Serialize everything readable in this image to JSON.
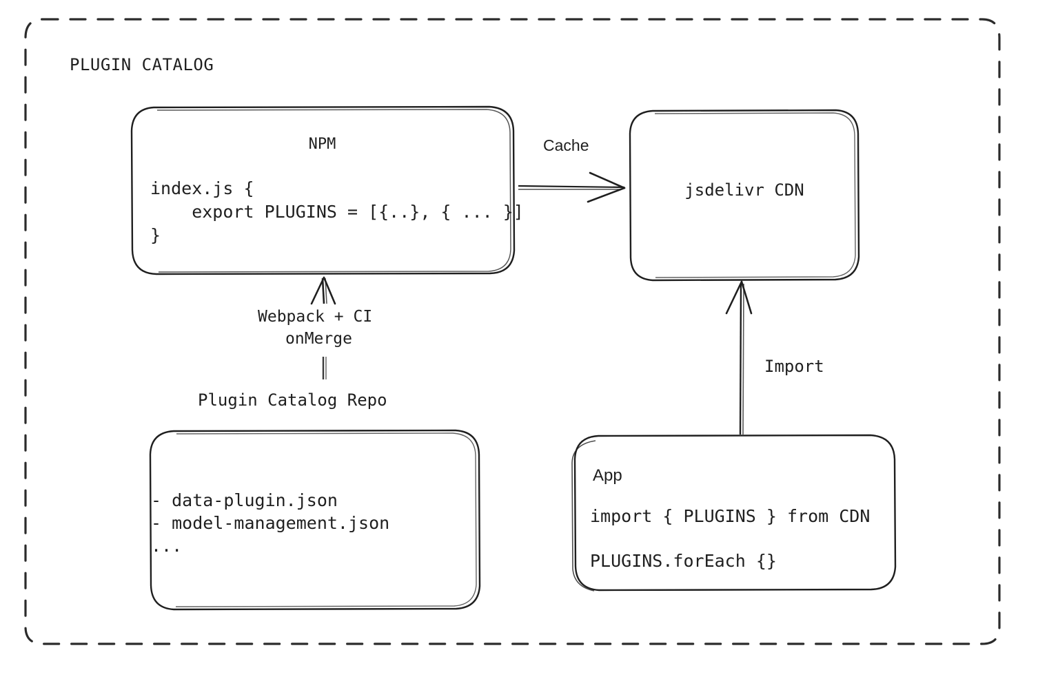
{
  "diagram": {
    "title": "PLUGIN CATALOG",
    "background_color": "#ffffff",
    "stroke_color": "#1f1f1f",
    "nodes": {
      "npm": {
        "title": "NPM",
        "code": "index.js {\n    export PLUGINS = [{..}, { ... }]\n}"
      },
      "cdn": {
        "title": "jsdelivr CDN"
      },
      "repo": {
        "caption": "Plugin Catalog Repo",
        "files": "- data-plugin.json\n- model-management.json\n..."
      },
      "app": {
        "title": "App",
        "line1": "import { PLUGINS } from CDN",
        "line2": "PLUGINS.forEach {}"
      }
    },
    "edges": {
      "npm_to_cdn": "Cache",
      "repo_to_npm_line1": "Webpack + CI",
      "repo_to_npm_line2": "onMerge",
      "app_to_cdn": "Import"
    }
  }
}
